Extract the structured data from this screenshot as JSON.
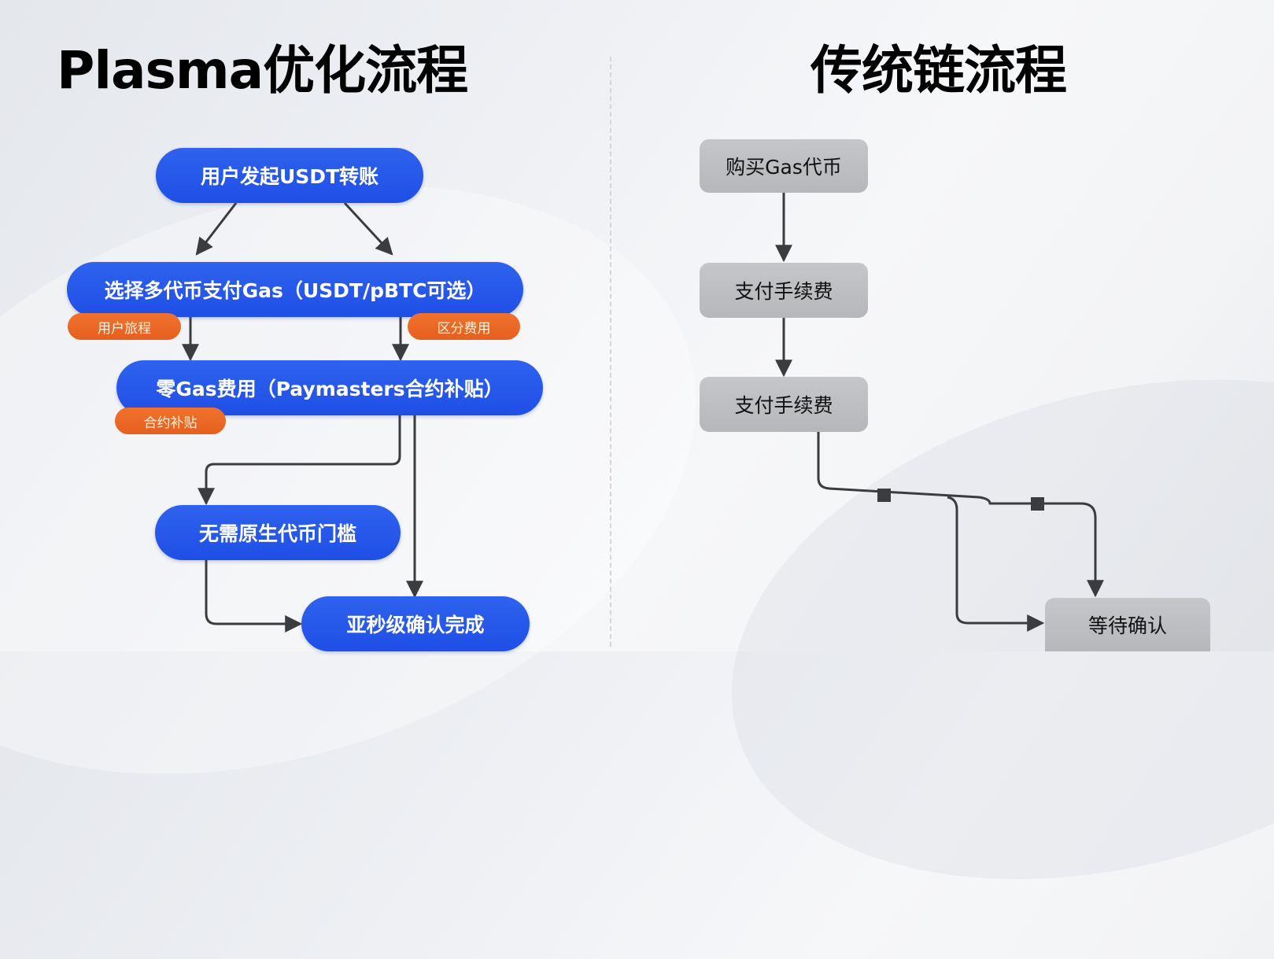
{
  "left": {
    "title": "Plasma优化流程",
    "nodes": {
      "start": "用户发起USDT转账",
      "select_gas": "选择多代币支付Gas（USDT/pBTC可选）",
      "zero_gas": "零Gas费用（Paymasters合约补贴）",
      "no_threshold": "无需原生代币门槛",
      "confirm": "亚秒级确认完成"
    },
    "tags": {
      "user_journey": "用户旅程",
      "fee_split": "区分费用",
      "contract_subsidy": "合约补贴"
    }
  },
  "right": {
    "title": "传统链流程",
    "nodes": {
      "buy_gas": "购买Gas代币",
      "pay_fee_1": "支付手续费",
      "pay_fee_2": "支付手续费",
      "wait": "等待确认"
    }
  },
  "colors": {
    "primary_blue": "#2456ea",
    "tag_orange": "#ec6726",
    "traditional_gray": "#bcbec1",
    "edge": "#3a3c40"
  }
}
